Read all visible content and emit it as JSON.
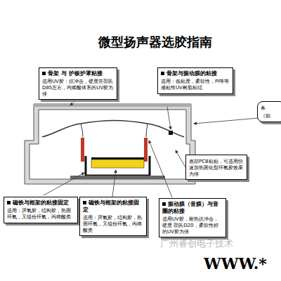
{
  "diagram": {
    "title": "微型扬声器选胶指南",
    "nodes": [
      {
        "text": [
          "骨架 与 护板护罩粘接",
          "选用UV胶：抗冲击，硬度在邵氏D85左右，丙烯酸体系的UV胶为佳"
        ]
      },
      {
        "text": [
          "骨架与振动膜的粘接",
          "选用：低粘度，柔软性，PI等等难粘性UV树脂粘结"
        ]
      },
      {
        "text": [
          "各",
          "（如"
        ]
      },
      {
        "text": [
          "底部PCB粘贴，可选用快速加热固化型环氧胶效果为佳"
        ]
      },
      {
        "text": [
          "磁铁与框架的粘接固定",
          "选用：厌氧胶，结构胶，热固环氧，又组份环氧，丙稀酸类"
        ]
      },
      {
        "text": [
          "磁铁与框架的粘接固定",
          "选用：厌氧胶，结构胶，热固环氧，又组份环氧，丙稀酸类"
        ]
      },
      {
        "text": [
          "振动膜（音膜）与音圈的粘接",
          "选用UV胶，耐热抗冲击，硬度 邵氏D20，柔软性好的UV胶为佳"
        ]
      }
    ],
    "labels": [
      "广州睿创电子技术",
      "WWW.*"
    ]
  }
}
